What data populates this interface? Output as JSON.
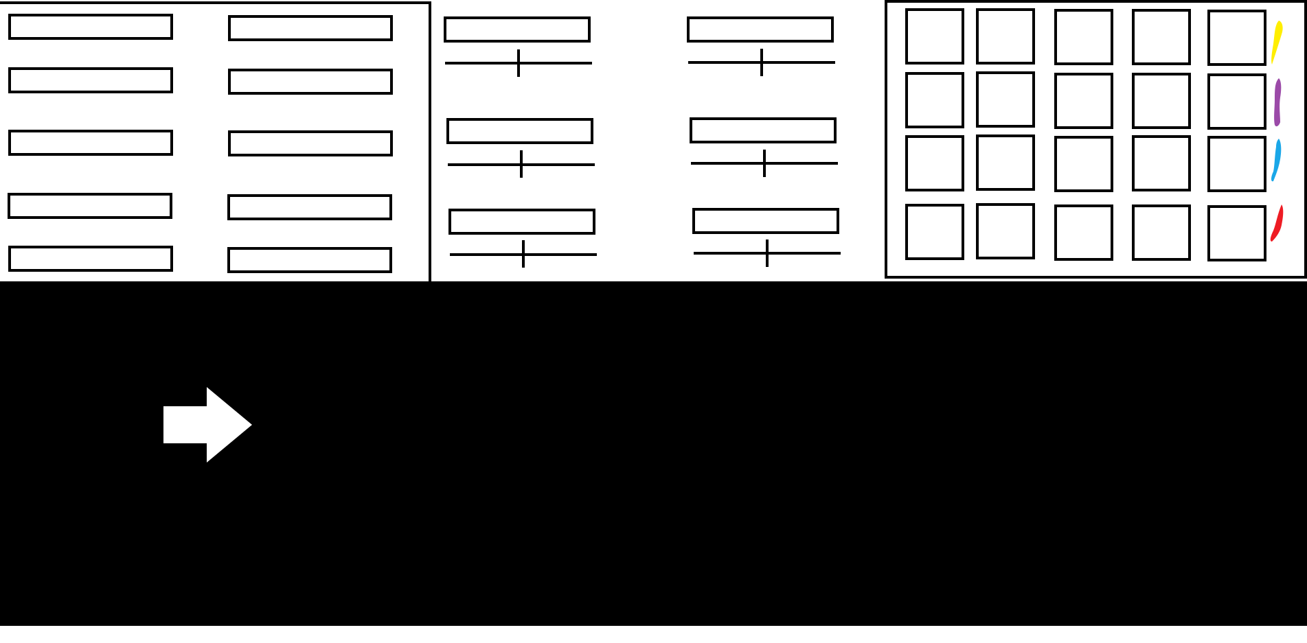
{
  "swatch_colors": {
    "yellow": "#ffee00",
    "purple": "#9b4aa8",
    "blue": "#1aa7e8",
    "red": "#ee1c24"
  },
  "background_color": "#000000",
  "arrow_color": "#ffffff",
  "arrow_icon": "arrow-right-icon",
  "fields_panel": {
    "rows": 5,
    "columns": 2
  },
  "sliders_panel": {
    "rows": 3,
    "columns": 2
  },
  "grid_panel": {
    "rows": 4,
    "columns": 5
  }
}
